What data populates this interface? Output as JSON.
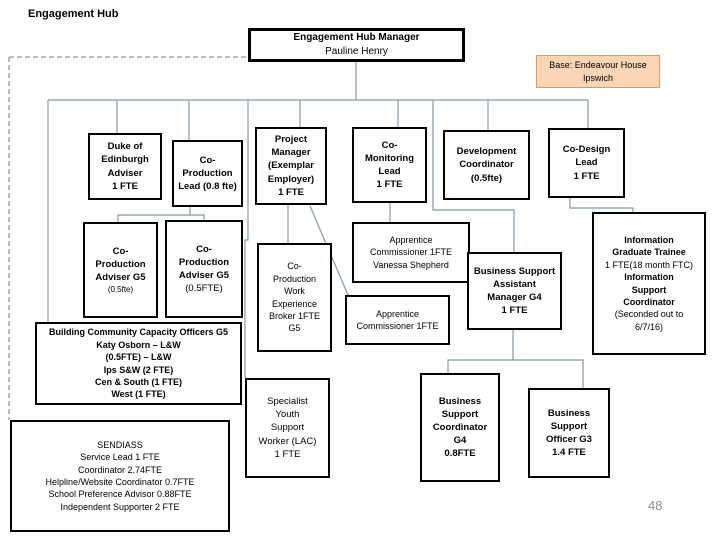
{
  "page": {
    "title": "Engagement Hub",
    "page_number": "48"
  },
  "legend": {
    "base_location": [
      "Base: Endeavour House",
      "Ipswich"
    ]
  },
  "org": {
    "manager": {
      "role": "Engagement Hub Manager",
      "name": "Pauline Henry"
    },
    "duke_adviser": {
      "lines": [
        "Duke of",
        "Edinburgh",
        "Adviser",
        "1 FTE"
      ]
    },
    "coproduction_lead": {
      "lines": [
        "Co-",
        "Production",
        "Lead (0.8 fte)"
      ]
    },
    "project_manager": {
      "lines": [
        "Project",
        "Manager",
        "(Exemplar",
        "Employer)",
        "1 FTE"
      ]
    },
    "co_monitoring_lead": {
      "lines": [
        "Co-",
        "Monitoring",
        "Lead",
        "1 FTE"
      ]
    },
    "development_coordinator": {
      "lines": [
        "Development",
        "Coordinator",
        "(0.5fte)"
      ]
    },
    "co_design_lead": {
      "lines": [
        "Co-Design",
        "Lead",
        "1 FTE"
      ]
    },
    "coproduction_adviser_1": {
      "lines": [
        "Co-",
        "Production",
        "Adviser G5"
      ],
      "sub": "(0.5fte)"
    },
    "coproduction_adviser_2": {
      "lines": [
        "Co-",
        "Production",
        "Adviser G5"
      ],
      "sub": "(0.5FTE)"
    },
    "work_experience_broker": {
      "lines": [
        "Co-",
        "Production",
        "Work",
        "Experience",
        "Broker 1FTE",
        "G5"
      ]
    },
    "apprentice_commissioner_1": {
      "lines": [
        "Apprentice",
        "Commissioner 1FTE",
        "Vanessa Shepherd"
      ]
    },
    "apprentice_commissioner_2": {
      "lines": [
        "Apprentice",
        "Commissioner 1FTE"
      ]
    },
    "business_support_assistant_manager": {
      "lines": [
        "Business Support",
        "Assistant",
        "Manager G4",
        "1 FTE"
      ]
    },
    "information_team": {
      "bold1": [
        "Information",
        "Graduate Trainee"
      ],
      "reg1": "1 FTE(18 month FTC)",
      "bold2": [
        "Information",
        "Support",
        "Coordinator"
      ],
      "reg2": [
        "(Seconded out to",
        "6/7/16)"
      ]
    },
    "building_community": {
      "lines": [
        "Building Community Capacity Officers G5",
        "Katy Osborn – L&W",
        "(0.5FTE) – L&W",
        "Ips S&W (2 FTE)",
        "Cen & South (1 FTE)",
        "West (1 FTE)"
      ]
    },
    "sendiass": {
      "lines": [
        "SENDIASS",
        "Service Lead 1 FTE",
        "Coordinator 2.74FTE",
        "Helpline/Website Coordinator 0.7FTE",
        "School Preference Advisor 0.88FTE",
        "Independent Supporter 2 FTE"
      ]
    },
    "specialist_youth": {
      "lines": [
        "Specialist",
        "Youth",
        "Support",
        "Worker (LAC)",
        "1 FTE"
      ]
    },
    "business_support_coordinator": {
      "lines": [
        "Business",
        "Support",
        "Coordinator",
        "G4",
        "0.8FTE"
      ]
    },
    "business_support_officer": {
      "lines": [
        "Business",
        "Support",
        "Officer G3",
        "1.4 FTE"
      ]
    }
  },
  "colors": {
    "connector": "#7e9aaf",
    "dashed_connector": "#8296a5",
    "box_border": "#000000",
    "base_fill": "#fbd5b5",
    "base_border": "#e2975f",
    "page_number": "#8f8f8f"
  }
}
